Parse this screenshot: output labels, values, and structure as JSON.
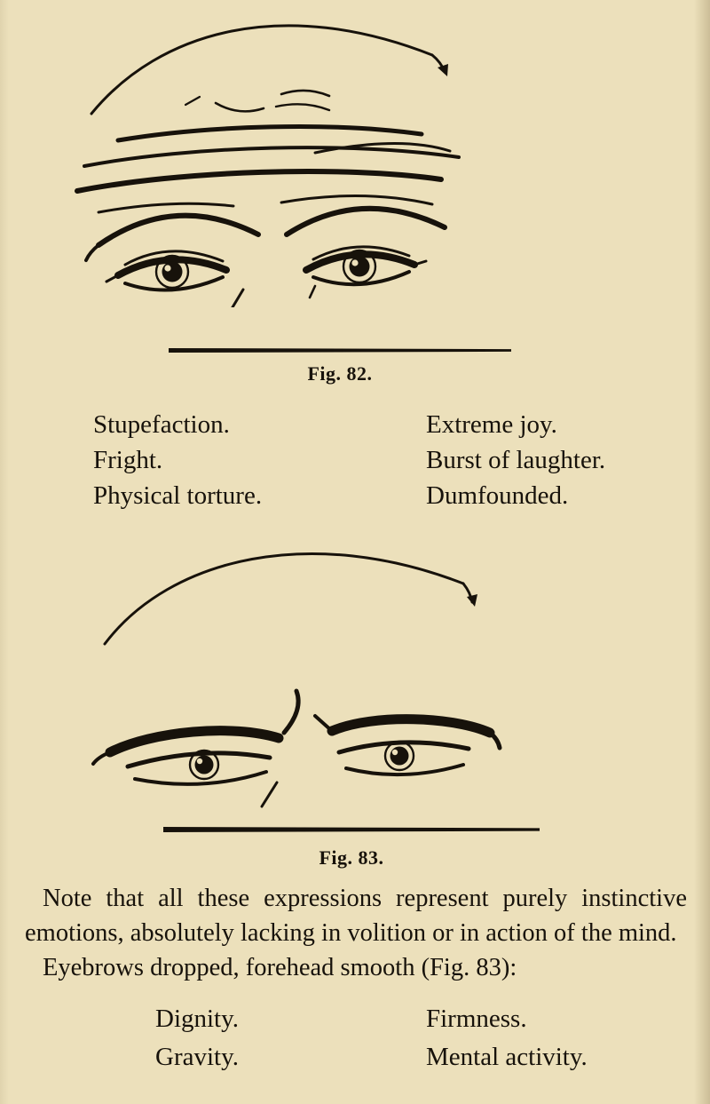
{
  "page": {
    "bg": "#ece0bb",
    "ink": "#17120b"
  },
  "fig82": {
    "caption": "Fig. 82.",
    "left_labels": [
      "Stupefaction.",
      "Fright.",
      "Physical torture."
    ],
    "right_labels": [
      "Extreme joy.",
      "Burst of laughter.",
      "Dumfounded."
    ]
  },
  "fig83": {
    "caption": "Fig. 83.",
    "left_labels": [
      "Dignity.",
      "Gravity."
    ],
    "right_labels": [
      "Firmness.",
      "Mental activity."
    ]
  },
  "paragraphs": {
    "p1": "Note that all these expressions represent purely instinctive emotions, absolutely lacking in volition or in action of the mind.",
    "p2": "Eyebrows dropped, forehead smooth (Fig. 83):"
  }
}
